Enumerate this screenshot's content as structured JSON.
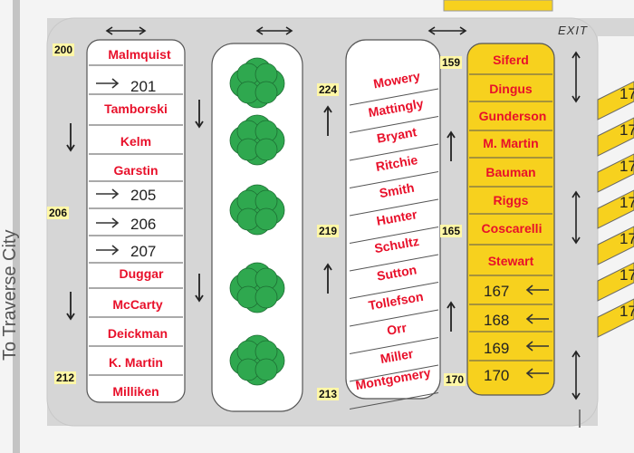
{
  "map": {
    "exit_label": "EXIT",
    "side_label": "To Traverse City",
    "sign_numbers": [
      "200",
      "206",
      "212",
      "224",
      "219",
      "213",
      "159",
      "165",
      "170"
    ],
    "left_block": {
      "rows": [
        "Malmquist",
        "201",
        "Tamborski",
        "Kelm",
        "Garstin",
        "205",
        "206",
        "207",
        "Duggar",
        "McCarty",
        "Deickman",
        "K. Martin",
        "Milliken"
      ]
    },
    "middle_block": {
      "rows": [
        "Mowery",
        "Mattingly",
        "Bryant",
        "Ritchie",
        "Smith",
        "Hunter",
        "Schultz",
        "Sutton",
        "Tollefson",
        "Orr",
        "Miller",
        "Montgomery"
      ]
    },
    "right_block": {
      "rows": [
        "Siferd",
        "Dingus",
        "Gunderson",
        "M. Martin",
        "Bauman",
        "Riggs",
        "Coscarelli",
        "Stewart",
        "167",
        "168",
        "169",
        "170"
      ]
    },
    "far_right_partial": [
      "17",
      "17",
      "17",
      "17",
      "17",
      "17",
      "17"
    ],
    "colors": {
      "road": "#d6d6d6",
      "grass": "#f4f4f4",
      "lot": "#ffffff",
      "yellow_lot": "#f7d11e",
      "tree": "#2fa84f",
      "name_text": "#e8102a",
      "sign_bg": "#fff7a6"
    }
  }
}
